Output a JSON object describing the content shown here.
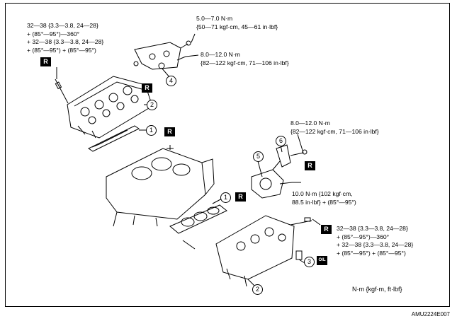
{
  "specs": {
    "upper_left": [
      "32—38 {3.3—3.8, 24—28}",
      "+ (85°—95°)—360°",
      "+ 32—38 {3.3—3.8, 24—28}",
      "+ (85°—95°) + (85°—95°)"
    ],
    "top_mid": [
      "5.0—7.0 N·m",
      "{50—71 kgf·cm, 45—61 in·lbf}"
    ],
    "mid_top": [
      "8.0—12.0 N·m",
      "{82—122 kgf·cm, 71—106 in·lbf}"
    ],
    "right_top": [
      "8.0—12.0 N·m",
      "{82—122 kgf·cm, 71—106 in·lbf}"
    ],
    "right_mid": [
      "10.0 N·m {102 kgf·cm,",
      "88.5 in·lbf} + (85°—95°)"
    ],
    "lower_right": [
      "32—38 {3.3—3.8, 24—28}",
      "+ (85°—95°)—360°",
      "+ 32—38 {3.3—3.8, 24—28}",
      "+ (85°—95°) + (85°—95°)"
    ]
  },
  "badge_label": "R",
  "oil_label": "OIL",
  "callouts": [
    "1",
    "2",
    "3",
    "4",
    "5",
    "6"
  ],
  "legend": "N·m {kgf·m, ft·lbf}",
  "figure_id": "AMU2224E007"
}
